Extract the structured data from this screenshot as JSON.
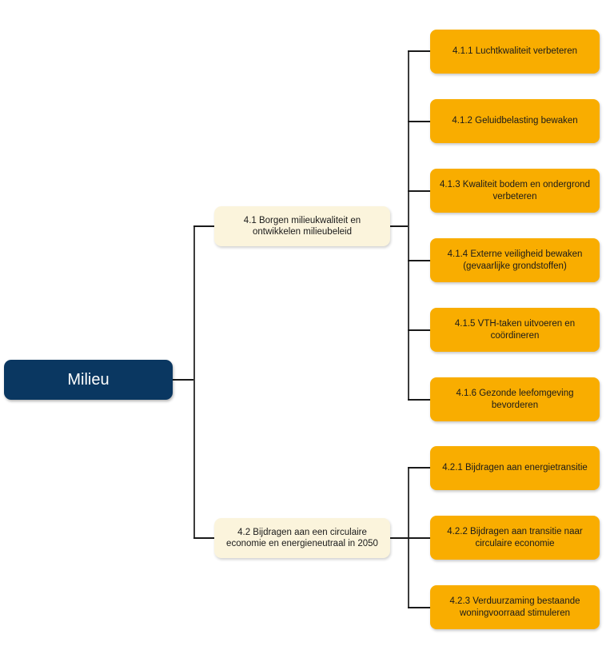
{
  "diagram": {
    "type": "tree",
    "title": "Milieu",
    "colors": {
      "root_fill": "#0A3761",
      "root_text": "#FFFFFF",
      "branch_fill": "#FBF4DC",
      "leaf_fill": "#F9AD00",
      "connector": "#1A1A1A",
      "background": "#FFFFFF"
    },
    "root": {
      "label": "Milieu"
    },
    "branches": [
      {
        "label": "4.1 Borgen milieukwaliteit en ontwikkelen milieubeleid",
        "children": [
          {
            "label": "4.1.1 Luchtkwaliteit verbeteren"
          },
          {
            "label": "4.1.2 Geluidbelasting bewaken"
          },
          {
            "label": "4.1.3 Kwaliteit bodem en ondergrond verbeteren"
          },
          {
            "label": "4.1.4 Externe veiligheid bewaken (gevaarlijke grondstoffen)"
          },
          {
            "label": "4.1.5 VTH-taken uitvoeren en coördineren"
          },
          {
            "label": "4.1.6 Gezonde leefomgeving bevorderen"
          }
        ]
      },
      {
        "label": "4.2 Bijdragen aan een circulaire economie en energieneutraal in 2050",
        "children": [
          {
            "label": "4.2.1 Bijdragen aan energietransitie"
          },
          {
            "label": "4.2.2 Bijdragen aan transitie naar circulaire economie"
          },
          {
            "label": "4.2.3 Verduurzaming bestaande woningvoorraad stimuleren"
          }
        ]
      }
    ]
  }
}
